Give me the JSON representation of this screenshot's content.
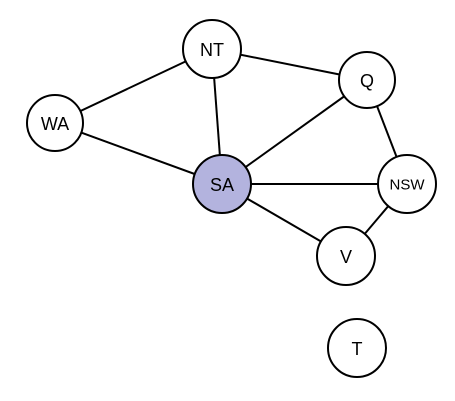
{
  "colors": {
    "background": "#ffffff",
    "stroke": "#000000",
    "node_fill": "#ffffff",
    "highlight_fill": "#b3b3de"
  },
  "nodes": [
    {
      "id": "WA",
      "label": "WA",
      "highlighted": false
    },
    {
      "id": "NT",
      "label": "NT",
      "highlighted": false
    },
    {
      "id": "Q",
      "label": "Q",
      "highlighted": false
    },
    {
      "id": "SA",
      "label": "SA",
      "highlighted": true
    },
    {
      "id": "NSW",
      "label": "NSW",
      "highlighted": false
    },
    {
      "id": "V",
      "label": "V",
      "highlighted": false
    },
    {
      "id": "T",
      "label": "T",
      "highlighted": false
    }
  ],
  "edges": [
    [
      "WA",
      "NT"
    ],
    [
      "WA",
      "SA"
    ],
    [
      "NT",
      "SA"
    ],
    [
      "NT",
      "Q"
    ],
    [
      "SA",
      "Q"
    ],
    [
      "SA",
      "NSW"
    ],
    [
      "SA",
      "V"
    ],
    [
      "Q",
      "NSW"
    ],
    [
      "NSW",
      "V"
    ]
  ]
}
